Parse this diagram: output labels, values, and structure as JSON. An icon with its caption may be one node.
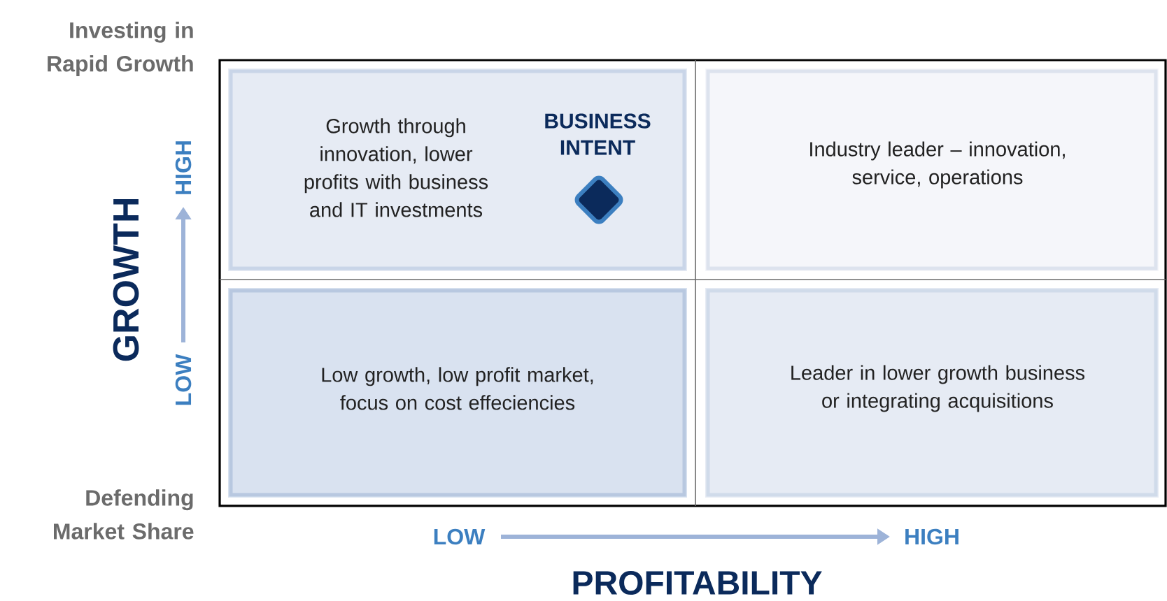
{
  "diagram": {
    "nodes": [
      {
        "text": [
          "Growth through innovation, lower profits with business and IT investments"
        ]
      },
      {
        "text": [
          "Industry leader – innovation, service, operations"
        ]
      },
      {
        "text": [
          "Low growth, low profit market, focus on cost effeciencies"
        ]
      },
      {
        "text": [
          "Leader in lower growth business or integrating acquisitions"
        ]
      },
      {
        "text": [
          "BUSINESS INTENT"
        ],
        "in": 0
      }
    ],
    "labels": [
      "Investing in Rapid Growth",
      "HIGH",
      "GROWTH",
      "LOW",
      "Defending Market Share",
      "LOW",
      "HIGH",
      "PROFITABILITY"
    ]
  }
}
